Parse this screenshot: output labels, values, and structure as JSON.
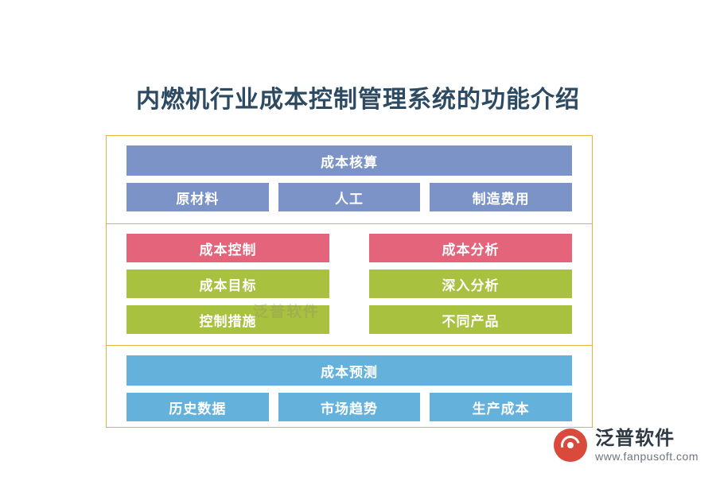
{
  "title": "内燃机行业成本控制管理系统的功能介绍",
  "diagram": {
    "sections": [
      {
        "id": "cost-accounting",
        "header": "成本核算",
        "header_color": "#7b93c6",
        "items": [
          "原材料",
          "人工",
          "制造费用"
        ],
        "item_color": "#7b93c6"
      },
      {
        "id": "cost-control-analysis",
        "columns": [
          {
            "id": "cost-control",
            "header": "成本控制",
            "header_color": "#e4647c",
            "items": [
              "成本目标",
              "控制措施"
            ],
            "item_color": "#a8c13f"
          },
          {
            "id": "cost-analysis",
            "header": "成本分析",
            "header_color": "#e4647c",
            "items": [
              "深入分析",
              "不同产品"
            ],
            "item_color": "#a8c13f"
          }
        ]
      },
      {
        "id": "cost-forecast",
        "header": "成本预测",
        "header_color": "#64b2dc",
        "items": [
          "历史数据",
          "市场趋势",
          "生产成本"
        ],
        "item_color": "#64b2dc"
      }
    ]
  },
  "watermark": {
    "center_text": "泛普软件"
  },
  "logo": {
    "name": "泛普软件",
    "url": "www.fanpusoft.com"
  }
}
